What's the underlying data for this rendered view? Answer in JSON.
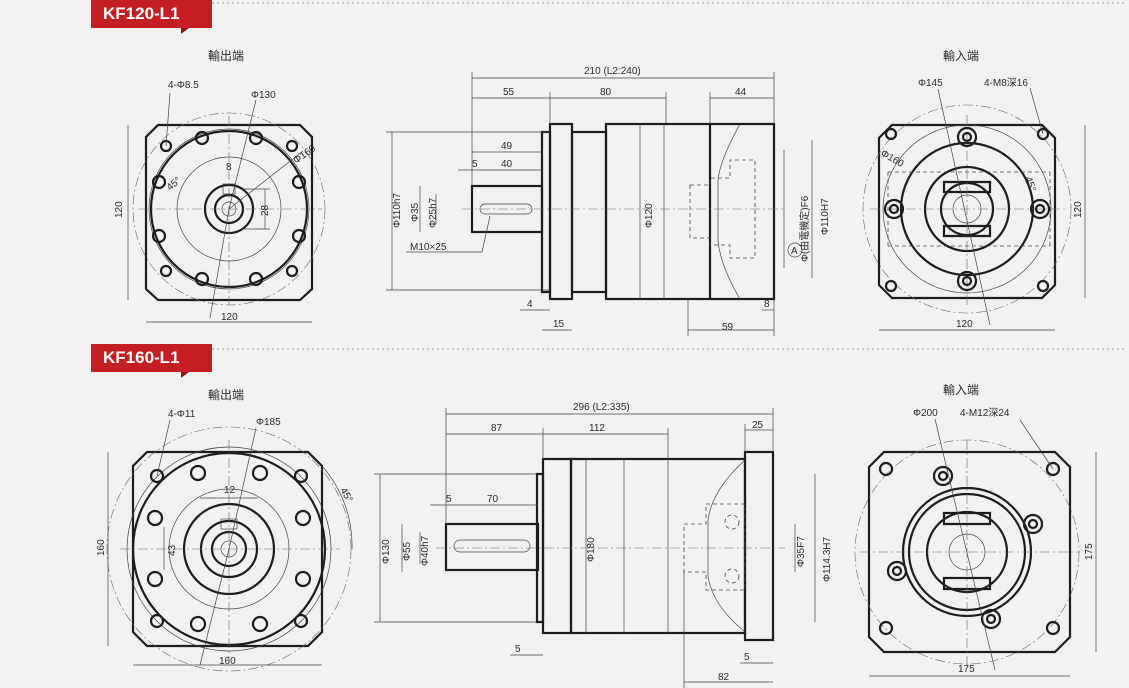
{
  "sections": [
    {
      "model": "KF120-L1",
      "output_title": "輸出端",
      "input_title": "輸入端",
      "output": {
        "holes": "4-Φ8.5",
        "pcd": "Φ130",
        "diag": "Φ160",
        "angle": "45°",
        "width": "120",
        "height": "120",
        "key": "8",
        "key_depth": "28"
      },
      "side": {
        "total": "210 (L2:240)",
        "d55": "55",
        "d80": "80",
        "d44": "44",
        "d49": "49",
        "d5": "5",
        "d40": "40",
        "pilot": "Φ110h7",
        "shaft": "Φ35",
        "shaft_inner": "Φ25h7",
        "tap": "M10×25",
        "body": "Φ120",
        "input_bore": "Φ(由電機定)F6",
        "input_pilot": "Φ110H7",
        "marker": "A",
        "d4": "4",
        "d15": "15",
        "d59": "59",
        "d8": "8"
      },
      "input": {
        "pcd": "Φ145",
        "taps": "4-M8深16",
        "diag": "Φ160",
        "angle": "45°",
        "width": "120",
        "height": "120"
      }
    },
    {
      "model": "KF160-L1",
      "output_title": "輸出端",
      "input_title": "輸入端",
      "output": {
        "holes": "4-Φ11",
        "pcd": "Φ185",
        "angle": "45°",
        "width": "160",
        "height": "160",
        "key": "12",
        "key_depth": "43"
      },
      "side": {
        "total": "296 (L2:335)",
        "d87": "87",
        "d112": "112",
        "d25": "25",
        "d5": "5",
        "d70": "70",
        "pilot": "Φ130",
        "shaft": "Φ55",
        "shaft_inner": "Φ40h7",
        "body": "Φ180",
        "input_bore": "Φ35F7",
        "input_pilot": "Φ114.3H7",
        "d5b": "5",
        "d5c": "5",
        "d82": "82"
      },
      "input": {
        "pcd": "Φ200",
        "taps": "4-M12深24",
        "width": "175",
        "height": "175"
      }
    }
  ]
}
